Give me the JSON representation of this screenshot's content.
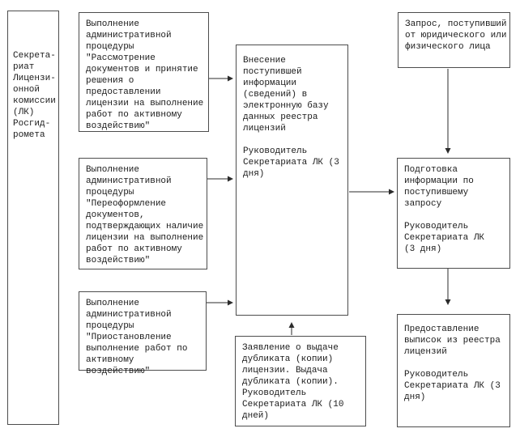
{
  "colors": {
    "background": "#ffffff",
    "box_border": "#4d4d4d",
    "text": "#1c1c1c",
    "arrow": "#2b2b2b"
  },
  "boxes": {
    "secretariat": {
      "text": "Секрета-\nриат\nЛицензи-\nонной\nкомиссии\n(ЛК)\nРосгид-\nромета"
    },
    "proc_review": {
      "text": "Выполнение\nадминистративной\nпроцедуры\n\"Рассмотрение\nдокументов и принятие\nрешения о\nпредоставлении\nлицензии на выполнение\nработ по активному\nвоздействию\""
    },
    "proc_reissue": {
      "text": "Выполнение\nадминистративной\nпроцедуры\n\"Переоформление\nдокументов,\nподтверждающих наличие\nлицензии на выполнение\nработ по активному\nвоздействию\""
    },
    "proc_suspend": {
      "text": "Выполнение\nадминистративной\nпроцедуры\n\"Приостановление\nвыполнение работ по\nактивному воздействию\""
    },
    "db_entry": {
      "text": "Внесение\nпоступившей\nинформации\n(сведений) в\nэлектронную базу\nданных реестра\nлицензий\n\nРуководитель\nСекретариата ЛК (3\nдня)"
    },
    "request": {
      "text": "Запрос, поступивший\nот юридического или\nфизического лица"
    },
    "prepare_info": {
      "text": "Подготовка\nинформации по\nпоступившему\nзапросу\n\nРуководитель\nСекретариата ЛК\n(3 дня)"
    },
    "provide_extracts": {
      "text": "Предоставление\nвыписок из реестра\nлицензий\n\nРуководитель\nСекретариата ЛК (3\nдня)"
    },
    "duplicate_issue": {
      "text": "Заявление о выдаче\nдубликата (копии)\nлицензии. Выдача\nдубликата (копии).\nРуководитель\nСекретариата ЛК (10\nдней)"
    }
  },
  "edges": [
    {
      "from": "proc_review",
      "to": "db_entry"
    },
    {
      "from": "proc_reissue",
      "to": "db_entry"
    },
    {
      "from": "proc_suspend",
      "to": "db_entry"
    },
    {
      "from": "db_entry",
      "to": "prepare_info"
    },
    {
      "from": "request",
      "to": "prepare_info"
    },
    {
      "from": "prepare_info",
      "to": "provide_extracts"
    },
    {
      "from": "duplicate_issue",
      "to": "db_entry"
    }
  ]
}
